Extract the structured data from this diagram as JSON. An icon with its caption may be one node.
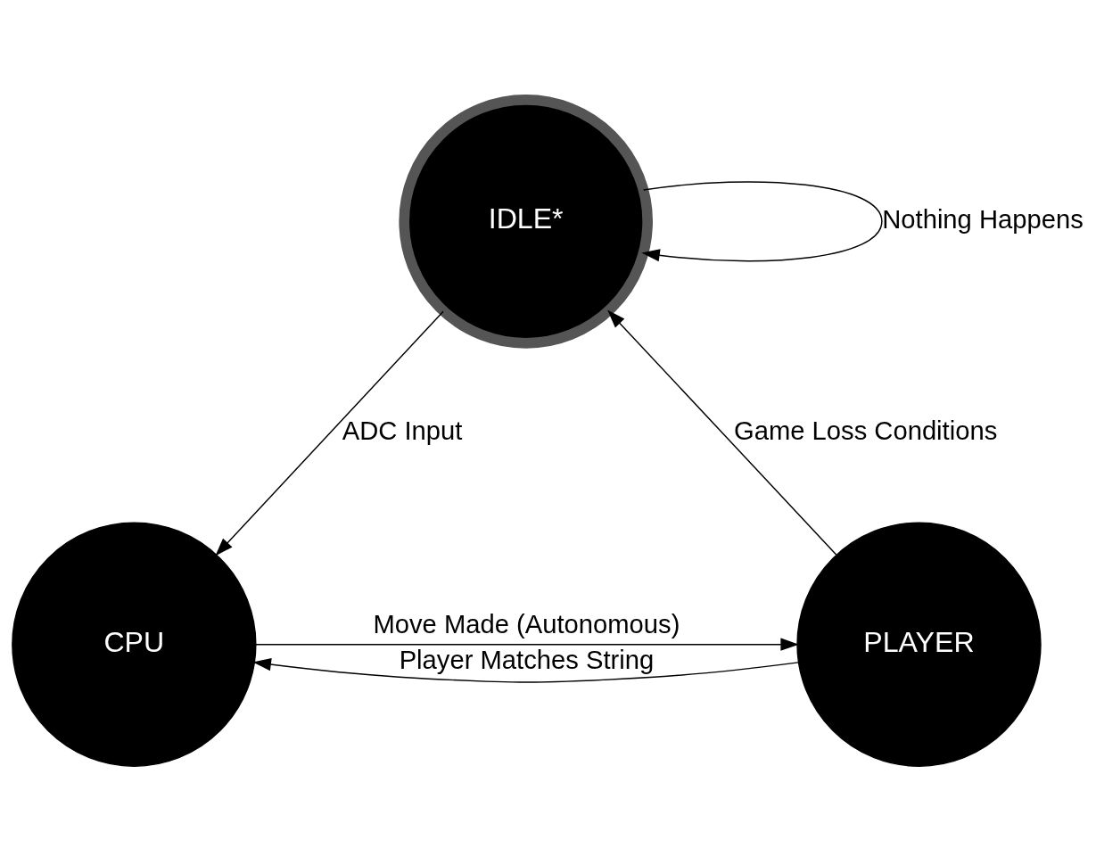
{
  "diagram": {
    "nodes": [
      {
        "text": [
          "IDLE*"
        ]
      },
      {
        "text": [
          "CPU"
        ]
      },
      {
        "text": [
          "PLAYER"
        ]
      }
    ],
    "edges": [
      {
        "from": 0,
        "to": 0,
        "arrow": "to",
        "label": "Nothing Happens"
      },
      {
        "from": 0,
        "to": 1,
        "arrow": "to",
        "label": "ADC Input"
      },
      {
        "from": 1,
        "to": 2,
        "arrow": "to",
        "label": "Move Made (Autonomous)"
      },
      {
        "from": 2,
        "to": 1,
        "arrow": "to",
        "label": "Player Matches String"
      },
      {
        "from": 2,
        "to": 0,
        "arrow": "to",
        "label": "Game Loss Conditions"
      }
    ]
  }
}
